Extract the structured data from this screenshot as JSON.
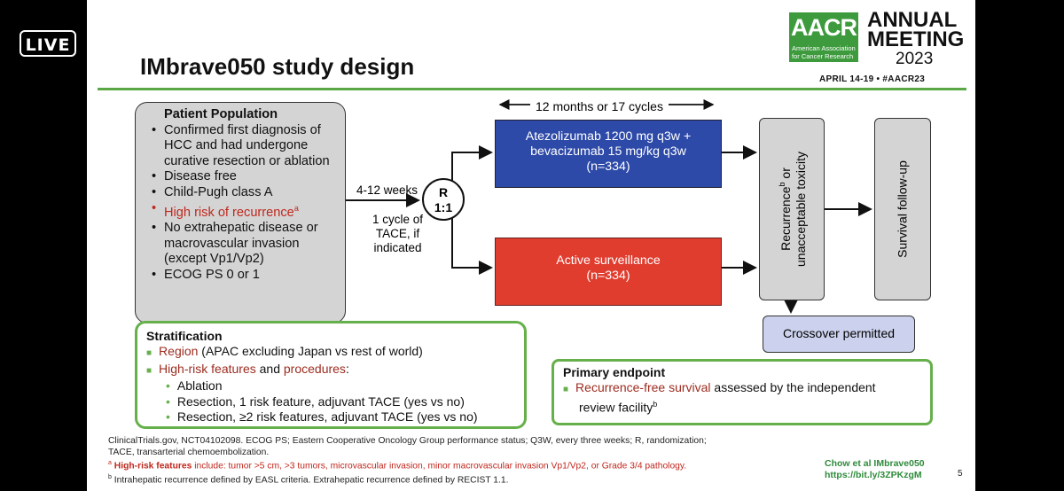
{
  "badge": {
    "live": "LIVE"
  },
  "slide": {
    "title": "IMbrave050 study design",
    "logo": {
      "aacr": "AACR",
      "org_line1": "American Association",
      "org_line2": "for Cancer Research",
      "annual": "ANNUAL",
      "meeting": "MEETING",
      "year": "2023",
      "dates": "APRIL 14-19 • #AACR23"
    },
    "population": {
      "heading": "Patient Population",
      "items": [
        "Confirmed first diagnosis of HCC and had undergone curative resection or ablation",
        "Disease free",
        "Child-Pugh class A",
        "High risk of recurrence",
        "No extrahepatic disease or macrovascular invasion (except Vp1/Vp2)",
        "ECOG PS 0 or 1"
      ],
      "high_risk_sup": "a"
    },
    "flow": {
      "weeks": "4-12 weeks",
      "tace_line1": "1 cycle of",
      "tace_line2": "TACE, if",
      "tace_line3": "indicated",
      "rand_line1": "R",
      "rand_line2": "1:1",
      "duration": "12 months or 17 cycles"
    },
    "arms": {
      "arm1_line1": "Atezolizumab 1200 mg q3w +",
      "arm1_line2": "bevacizumab 15 mg/kg q3w",
      "arm1_n": "(n=334)",
      "arm2_line1": "Active surveillance",
      "arm2_n": "(n=334)"
    },
    "recurrence": {
      "line1_pre": "Recurrence",
      "sup": "b",
      "line1_post": " or",
      "line2": "unacceptable toxicity"
    },
    "survival": "Survival follow-up",
    "crossover": "Crossover permitted",
    "stratification": {
      "heading": "Stratification",
      "region_label": "Region",
      "region_rest": " (APAC excluding Japan vs rest of world)",
      "hr_label": "High-risk features",
      "hr_and": " and ",
      "proc_label": "procedures",
      "proc_colon": ":",
      "sub_items": [
        "Ablation",
        "Resection, 1 risk feature, adjuvant TACE (yes vs no)",
        "Resection, ≥2 risk features, adjuvant TACE (yes vs no)"
      ]
    },
    "primary": {
      "heading": "Primary endpoint",
      "rfs": "Recurrence-free survival",
      "rest1": " assessed by the independent",
      "rest2": "review facility",
      "sup": "b"
    },
    "footnotes": {
      "line1": "ClinicalTrials.gov, NCT04102098. ECOG PS; Eastern Cooperative Oncology Group performance status; Q3W, every three weeks; R, randomization;",
      "line2": "TACE, transarterial chemoembolization.",
      "a_mark": "a",
      "a_label": "High-risk features",
      "a_text": " include: tumor >5 cm, >3 tumors, microvascular invasion, minor macrovascular invasion Vp1/Vp2, or Grade 3/4 pathology.",
      "b_mark": "b",
      "b_text": " Intrahepatic recurrence defined by EASL criteria. Extrahepatic recurrence defined by RECIST 1.1."
    },
    "citation": {
      "line1": "Chow et al IMbrave050",
      "line2": "https://bit.ly/3ZPKzgM"
    },
    "page_number": "5",
    "colors": {
      "brand_green": "#5aa845",
      "arm_blue": "#2e4aa8",
      "arm_red": "#e03d2f",
      "highlight_red": "#c0281e"
    }
  }
}
